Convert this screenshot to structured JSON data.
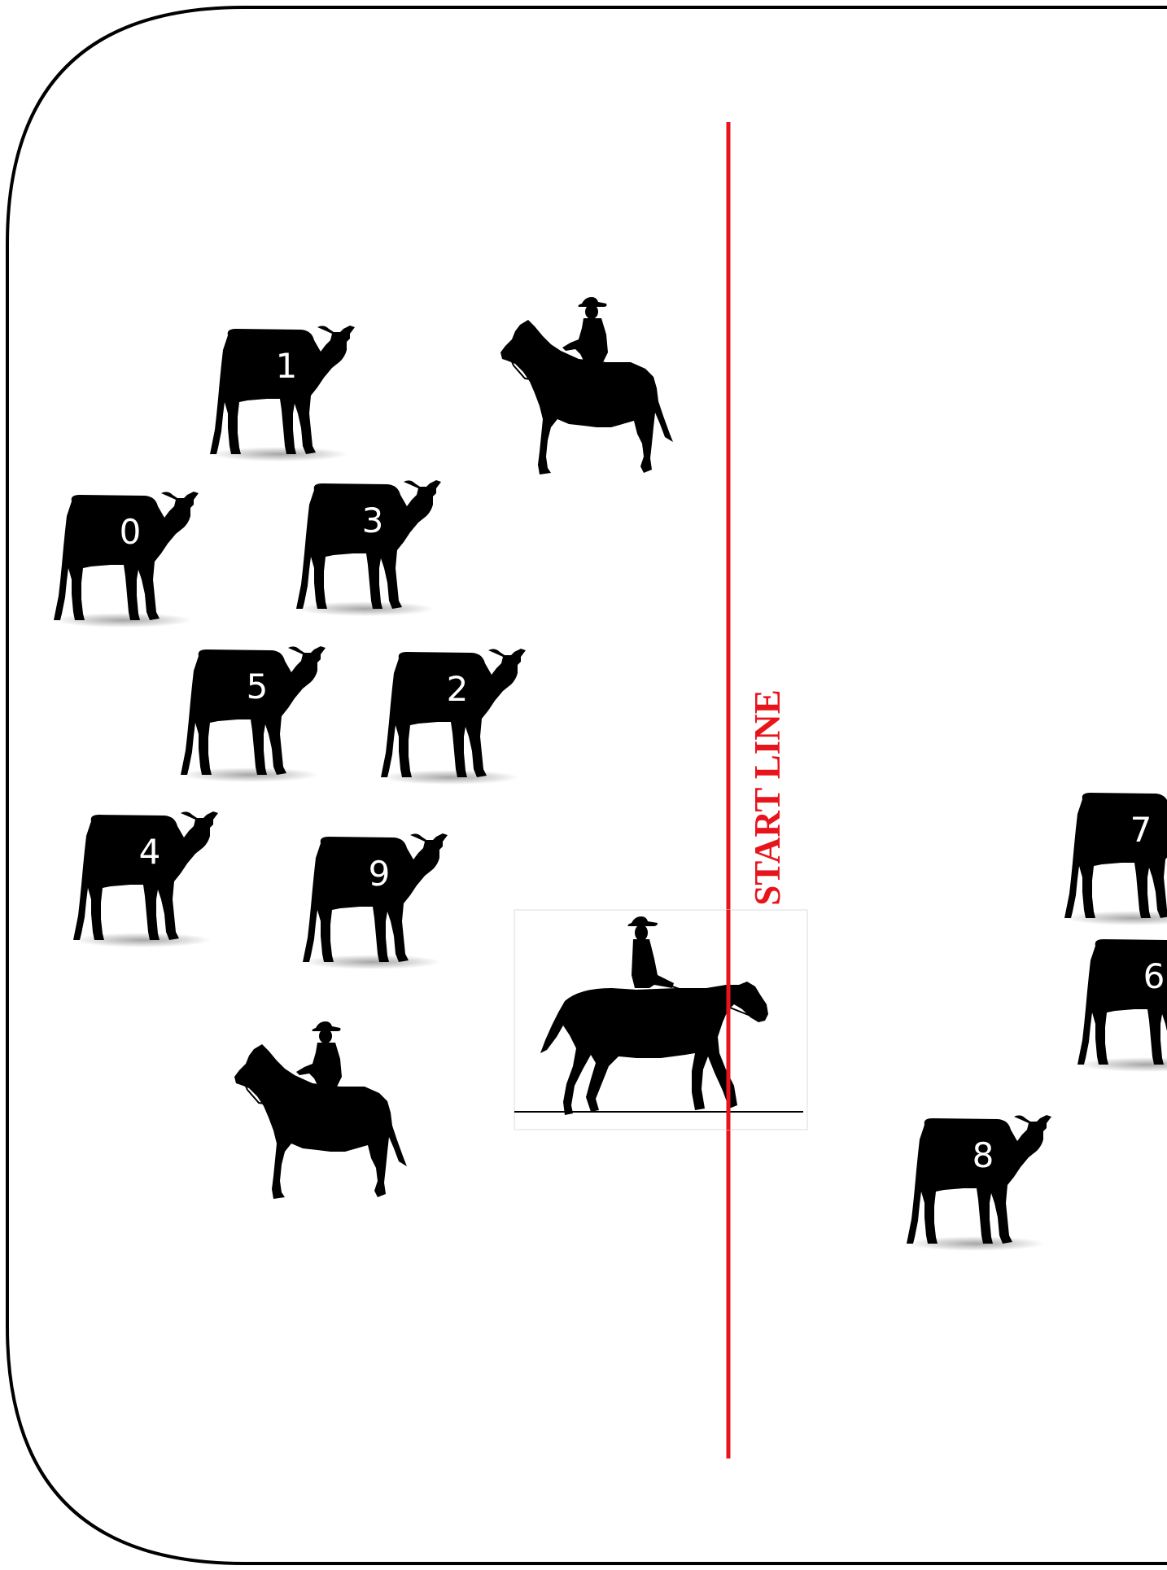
{
  "start_line": {
    "label": "START LINE",
    "color": "#e8141b"
  },
  "calves": [
    {
      "number": "0",
      "icon": "calf-silhouette-icon"
    },
    {
      "number": "1",
      "icon": "calf-silhouette-icon"
    },
    {
      "number": "2",
      "icon": "calf-silhouette-icon"
    },
    {
      "number": "3",
      "icon": "calf-silhouette-icon"
    },
    {
      "number": "4",
      "icon": "calf-silhouette-icon"
    },
    {
      "number": "5",
      "icon": "calf-silhouette-icon"
    },
    {
      "number": "6",
      "icon": "calf-silhouette-icon"
    },
    {
      "number": "7",
      "icon": "calf-silhouette-icon"
    },
    {
      "number": "8",
      "icon": "calf-silhouette-icon"
    },
    {
      "number": "9",
      "icon": "calf-silhouette-icon"
    }
  ],
  "riders": [
    {
      "icon": "standing-horse-rider-icon"
    },
    {
      "icon": "standing-horse-rider-icon"
    },
    {
      "icon": "walking-horse-rider-icon"
    }
  ],
  "colors": {
    "border": "#000000",
    "silhouette": "#000000",
    "calf_number": "#ffffff"
  }
}
